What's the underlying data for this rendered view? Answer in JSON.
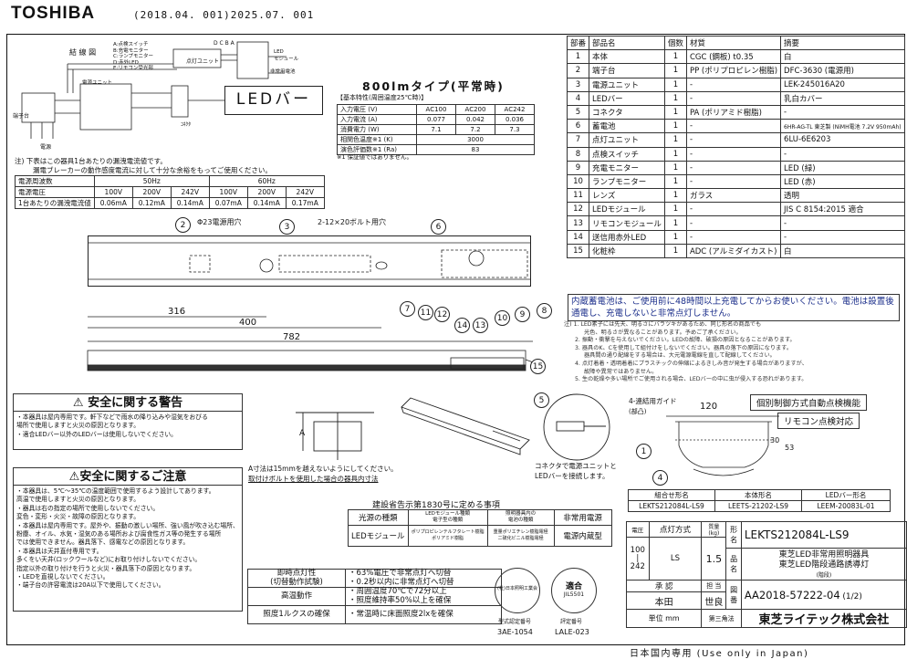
{
  "header": {
    "brand": "TOSHIBA",
    "doc_id": "(2018.04. 001)2025.07. 001"
  },
  "wiring": {
    "title": "結 線 図",
    "legend": [
      "A:点検スイッチ",
      "B:充電モニター",
      "C:ランプモニター",
      "D:赤外LED",
      "E:リモコン受光部"
    ],
    "connector_labels": "D C B A",
    "unit_label": "点灯ユニット",
    "led_label": "LED\nモジュール",
    "battery_label": "非常用電池",
    "power_unit": "電源ユニット",
    "terminal": "端子台",
    "bar_label": "LEDバー",
    "connector": "ｺﾈｸﾀ",
    "power_label": "電源"
  },
  "type_title": "800lmタイプ(平常時)",
  "spec": {
    "caption": "【基本特性(周囲温度25℃時)】",
    "headers": [
      "",
      "AC100",
      "AC200",
      "AC242"
    ],
    "rows": [
      [
        "入力電圧 (V)",
        "AC100",
        "AC200",
        "AC242"
      ],
      [
        "入力電流 (A)",
        "0.077",
        "0.042",
        "0.036"
      ],
      [
        "消費電力 (W)",
        "7.1",
        "7.2",
        "7.3"
      ],
      [
        "相関色温度※1 (K)",
        "3000"
      ],
      [
        "演色評価数※1 (Ra)",
        "83"
      ]
    ],
    "note": "※1 保証値ではありません。"
  },
  "leakage": {
    "note1": "注) 下表はこの器具1台あたりの漏洩電流値です。",
    "note2": "漏電ブレーカーの動作感度電流に対して十分な余裕をもってご使用ください。",
    "freq_label": "電源周波数",
    "hz50": "50Hz",
    "hz60": "60Hz",
    "volt_label": "電源電圧",
    "volts": [
      "100V",
      "200V",
      "242V",
      "100V",
      "200V",
      "242V"
    ],
    "row_label": "1台あたりの漏洩電流値",
    "values": [
      "0.06mA",
      "0.12mA",
      "0.14mA",
      "0.07mA",
      "0.14mA",
      "0.17mA"
    ]
  },
  "parts": {
    "headers": [
      "部番",
      "部品名",
      "個数",
      "材質",
      "摘要"
    ],
    "rows": [
      [
        "1",
        "本体",
        "1",
        "CGC (鋼板) t0.35",
        "白"
      ],
      [
        "2",
        "端子台",
        "1",
        "PP (ポリプロピレン樹脂)",
        "DFC-3630 (電源用)"
      ],
      [
        "3",
        "電源ユニット",
        "1",
        "-",
        "LEK-245016A20"
      ],
      [
        "4",
        "LEDバー",
        "1",
        "-",
        "乳白カバー"
      ],
      [
        "5",
        "コネクタ",
        "1",
        "PA (ポリアミド樹脂)",
        "-"
      ],
      [
        "6",
        "蓄電池",
        "1",
        "-",
        "6HR-AG-TL 東芝製 (NiMH電池 7.2V 950mAh)"
      ],
      [
        "7",
        "点灯ユニット",
        "1",
        "-",
        "6LU-6E6203"
      ],
      [
        "8",
        "点検スイッチ",
        "1",
        "-",
        "-"
      ],
      [
        "9",
        "充電モニター",
        "1",
        "-",
        "LED (緑)"
      ],
      [
        "10",
        "ランプモニター",
        "1",
        "-",
        "LED (赤)"
      ],
      [
        "11",
        "レンズ",
        "1",
        "ガラス",
        "透明"
      ],
      [
        "12",
        "LEDモジュール",
        "1",
        "-",
        "JIS C 8154:2015 適合"
      ],
      [
        "13",
        "リモコンモジュール",
        "1",
        "-",
        "-"
      ],
      [
        "14",
        "送信用赤外LED",
        "1",
        "-",
        "-"
      ],
      [
        "15",
        "化粧枠",
        "1",
        "ADC (アルミダイカスト)",
        "白"
      ]
    ]
  },
  "battery_notice": "内蔵蓄電池は、ご使用前に48時間以上充電してからお使いください。電池は設置後通電し、充電しないと非常点灯しません。",
  "notes": [
    "注) 1. LED素子には先天、明るさにバラツキがあるため、同じ形名の商品でも",
    "光色、明るさが異なることがあります。予めご了承ください。",
    "2. 振動・衝撃を与えないでください。LEDの故障、破損の原因となることがあります。",
    "3. 器具のK、Cを使用して組付けをしないでください。器具の落下の原因になります。",
    "器具間の通り配線をする場合は、大元電源電線を直して配線してください。",
    "4. 点灯着着・透明着着にプラスチックの伸縮によるきしみ音が発生する場合がありますが、",
    "故障や異常ではありません。",
    "5. 生の乾燥や多い場所でご使用される場合、LEDバーの中に虫が侵入する恐れがあります。"
  ],
  "features": [
    "個別制御方式自動点検機能",
    "リモコン点検対応"
  ],
  "dims": {
    "d400": "400",
    "d316": "316",
    "d782": "782",
    "d120": "120",
    "d30": "30",
    "d53": "53",
    "hole1": "Φ23電源用穴",
    "hole2": "2-12×20ボルト用穴",
    "guide": "4-連結用ガイド",
    "guide_sub": "(部凸)",
    "A": "A"
  },
  "callouts": [
    "1",
    "2",
    "3",
    "4",
    "5",
    "6",
    "7",
    "8",
    "9",
    "10",
    "11",
    "12",
    "13",
    "14",
    "15"
  ],
  "warning": {
    "title": "⚠ 安全に関する警告",
    "lines": [
      "・本器具は屋内専用です。軒下などで雨水の降り込みや湿気をおびる",
      "  場所で使用しますと火災の原因となります。",
      "・適合LEDバー以外のLEDバーは使用しないでください。"
    ]
  },
  "caution": {
    "title": "⚠安全に関するご注意",
    "lines": [
      "・本器具は、5℃〜35℃の温度範囲で使用するよう設計してあります。",
      "  高温で使用しますと火災の原因となります。",
      "・器具は右の指定の場所で使用しないでください。",
      "  変色・変形・火災・故障の原因となります。",
      "・本器具は屋内専用です。屋外や、振動の激しい場所、強い風が吹き込む場所、",
      "  粉塵、オイル、水気・湿気のある場所および腐食性ガス等の発生する場所",
      "  では使用できません。器具落下、感電などの原因となります。",
      "・本器具は天井直付専用です。",
      "  多くをい天井(ロックウールなど)にお取り付けしないでください。",
      "  指定以外の取り付けを行うと火災・器具落下の原因となります。",
      "・LEDを直視しないでください。",
      "・端子台の許容電流は20A以下で使用してください。"
    ]
  },
  "mid_note": [
    "A寸法は15mmを越えないようにしてください。",
    "取付けボルトを使用した場合の器具内寸法"
  ],
  "conn_note": [
    "コネクタで電源ユニットと",
    "LEDバーを接続します。"
  ],
  "standard": {
    "title": "建設省告示第1830号に定める事項",
    "headers": [
      "光源の種類",
      "LEDモジュール種類\n電子型の種類",
      "照明器具内の\n電池の種類",
      "非常用電源"
    ],
    "row": [
      "LEDモジュール",
      "ポリプロピレンテルフタレート樹脂\nポリアミド樹脂",
      "重量ポリエチレン樹脂電極\n二硫化ビニル樹脂電極",
      "電源内蔵型"
    ]
  },
  "performance": {
    "rows": [
      [
        "即時点灯性\n(切替動作試験)",
        "・63%電圧で非常点灯へ切替\n・0.2秒以内に非常点灯へ切替"
      ],
      [
        "高温動作",
        "・周囲温度70℃で72分以上\n・照度維持率50%以上を確保"
      ],
      [
        "照度1ルクスの確保",
        "・常温時に床面照度2lxを確保"
      ]
    ]
  },
  "seals": {
    "left_label": "型式認定番号",
    "left_no": "3AE-1054",
    "left_text": "(社)日本照明工業会",
    "right_top": "適合",
    "right_label": "評定番号",
    "right_no": "LALE-023",
    "right_sub": "JIL5501"
  },
  "model_names": {
    "headers": [
      "組合せ形名",
      "本体形名",
      "LEDバー形名"
    ],
    "row": [
      "LEKTS212084L-LS9",
      "LEETS-21202-LS9",
      "LEEM-20083L-01"
    ]
  },
  "title_block": {
    "lamp_label": "電圧",
    "method_label": "点灯方式",
    "weight_label": "質量(kg)",
    "form_label": "形名",
    "product_label": "品名",
    "volt": "100\n|\n242",
    "method": "LS",
    "weight": "1.5",
    "form": "LEKTS212084L-LS9",
    "product": "東芝LED非常用照明器具\n東芝LED階段通路誘導灯",
    "product_sub": "(階段)",
    "approve": "承 認",
    "charge": "担 当",
    "approver": "本田",
    "person": "世良",
    "drawing_label": "図番",
    "drawing_no": "AA2018-57222-04",
    "page": "(1/2)",
    "unit": "単位 mm",
    "angle": "第三角法",
    "company": "東芝ライテック株式会社"
  },
  "footer": "日本国内専用 (Use only in Japan)"
}
